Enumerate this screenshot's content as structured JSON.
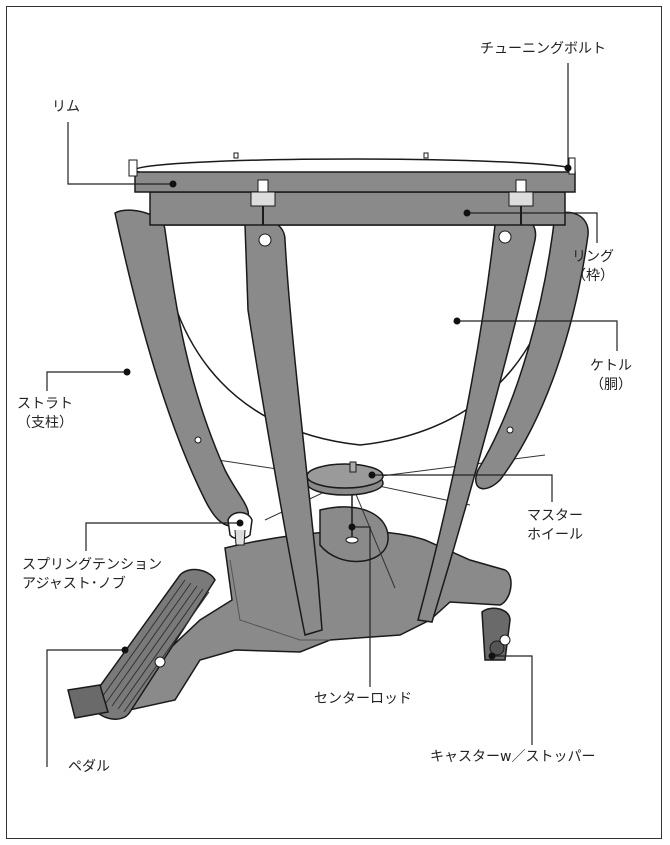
{
  "labels": {
    "tuning_bolt": "チューニングボルト",
    "rim": "リム",
    "ring": [
      "リング",
      "（枠）"
    ],
    "kettle": [
      "ケトル",
      "（胴）"
    ],
    "strut": [
      "ストラト",
      "（支柱）"
    ],
    "master_wheel": [
      "マスター",
      "ホイール"
    ],
    "spring_knob": [
      "スプリングテンション",
      "アジャスト･ノブ"
    ],
    "center_rod": "センターロッド",
    "pedal": "ペダル",
    "caster": "キャスターw／ストッパー"
  },
  "colors": {
    "frame_gray": "#8a8a8a",
    "frame_dark": "#555555",
    "line": "#222222",
    "outline": "#1a1a1a",
    "white": "#ffffff"
  }
}
